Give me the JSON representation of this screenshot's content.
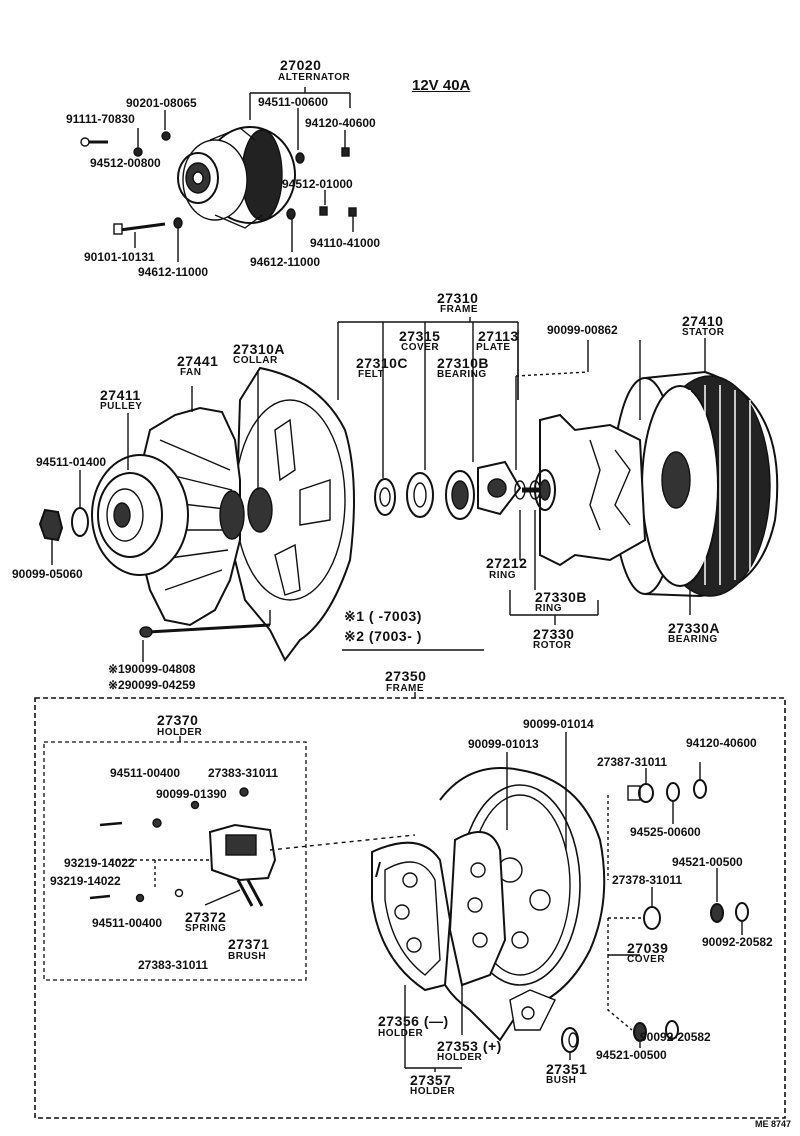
{
  "title": "12V 40A",
  "drawing_code": "ME 8747",
  "alternator_assembly": {
    "part_no": "27020",
    "name": "ALTERNATOR",
    "fasteners": [
      "94511-00600",
      "94120-40600",
      "90201-08065",
      "91111-70830",
      "94512-00800",
      "94512-01000",
      "94110-41000",
      "90101-10131",
      "94612-11000",
      "94612-11000"
    ]
  },
  "frame_group": {
    "frame_part_no": "27310",
    "frame_name": "FRAME",
    "parts": [
      {
        "no": "27315",
        "name": "COVER"
      },
      {
        "no": "27113",
        "name": "PLATE"
      },
      {
        "no": "90099-00862",
        "name": ""
      },
      {
        "no": "27310C",
        "name": "FELT"
      },
      {
        "no": "27310B",
        "name": "BEARING"
      },
      {
        "no": "27310A",
        "name": "COLLAR"
      },
      {
        "no": "27441",
        "name": "FAN"
      },
      {
        "no": "27411",
        "name": "PULLEY"
      },
      {
        "no": "94511-01400",
        "name": ""
      },
      {
        "no": "90099-05060",
        "name": ""
      },
      {
        "no": "27410",
        "name": "STATOR"
      },
      {
        "no": "27212",
        "name": "RING"
      },
      {
        "no": "27330B",
        "name": "RING"
      },
      {
        "no": "27330",
        "name": "ROTOR"
      },
      {
        "no": "27330A",
        "name": "BEARING"
      }
    ],
    "notes": {
      "note1": "※1 (      -7003)",
      "note2": "※2 (7003-      )",
      "bolt1": "※190099-04808",
      "bolt2": "※290099-04259"
    }
  },
  "rear_frame_group": {
    "frame_part_no": "27350",
    "frame_name": "FRAME",
    "holder_part_no": "27370",
    "holder_name": "HOLDER",
    "parts": [
      {
        "no": "94511-00400",
        "name": ""
      },
      {
        "no": "27383-31011",
        "name": ""
      },
      {
        "no": "90099-01390",
        "name": ""
      },
      {
        "no": "93219-14022",
        "name": ""
      },
      {
        "no": "93219-14022",
        "name": ""
      },
      {
        "no": "94511-00400",
        "name": ""
      },
      {
        "no": "27372",
        "name": "SPRING"
      },
      {
        "no": "27371",
        "name": "BRUSH"
      },
      {
        "no": "27383-31011",
        "name": ""
      },
      {
        "no": "90099-01014",
        "name": ""
      },
      {
        "no": "90099-01013",
        "name": ""
      },
      {
        "no": "27387-31011",
        "name": ""
      },
      {
        "no": "94120-40600",
        "name": ""
      },
      {
        "no": "94525-00600",
        "name": ""
      },
      {
        "no": "94521-00500",
        "name": ""
      },
      {
        "no": "27378-31011",
        "name": ""
      },
      {
        "no": "90092-20582",
        "name": ""
      },
      {
        "no": "27039",
        "name": "COVER"
      },
      {
        "no": "94521-00500",
        "name": ""
      },
      {
        "no": "90092-20582",
        "name": ""
      },
      {
        "no": "27356 (—)",
        "name": "HOLDER"
      },
      {
        "no": "27353 (+)",
        "name": "HOLDER"
      },
      {
        "no": "27351",
        "name": "BUSH"
      },
      {
        "no": "27357",
        "name": "HOLDER"
      }
    ]
  }
}
